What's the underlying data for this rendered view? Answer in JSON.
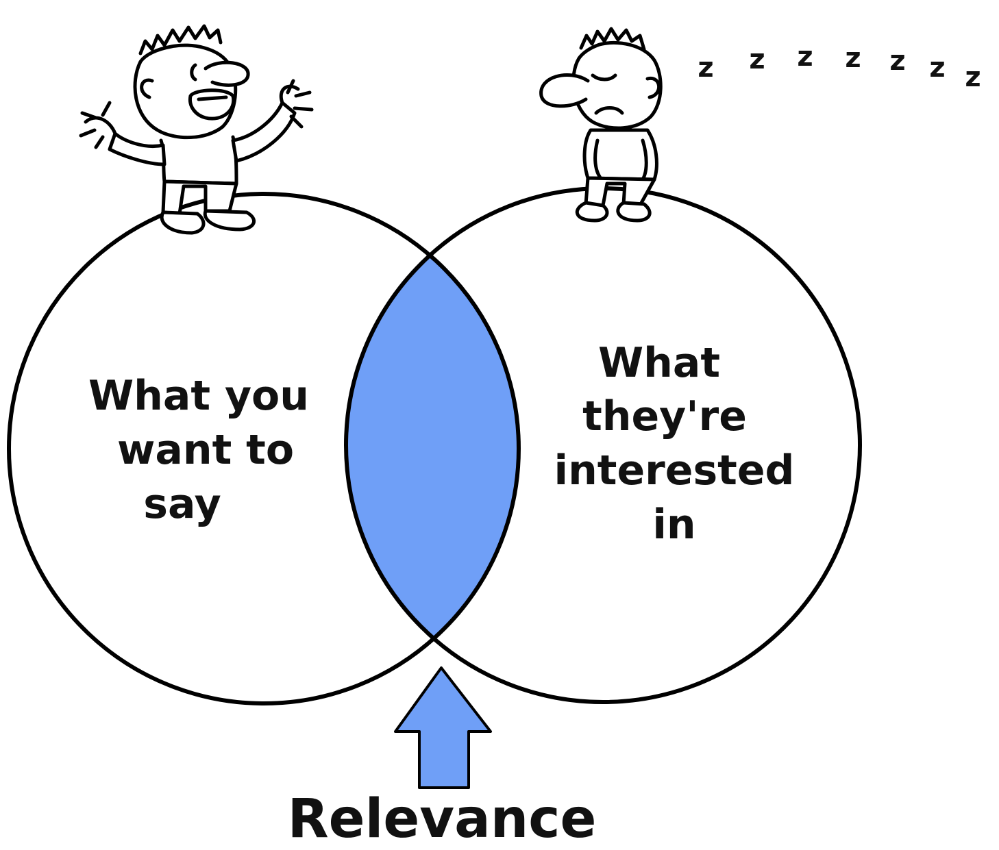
{
  "diagram": {
    "left_circle_label": [
      "What you",
      "want to",
      "say"
    ],
    "right_circle_label": [
      "What",
      "they're",
      "interested",
      "in"
    ],
    "caption": "Relevance",
    "sleep_letters": [
      "z",
      "z",
      "z",
      "z",
      "z",
      "z",
      "z"
    ],
    "colors": {
      "overlap": "#6f9ff7",
      "arrow": "#6f9ff7",
      "outline": "#000000"
    },
    "icons": {
      "left_figure": "talking-man-icon",
      "right_figure": "sleeping-man-icon",
      "arrow": "up-arrow-icon"
    }
  }
}
